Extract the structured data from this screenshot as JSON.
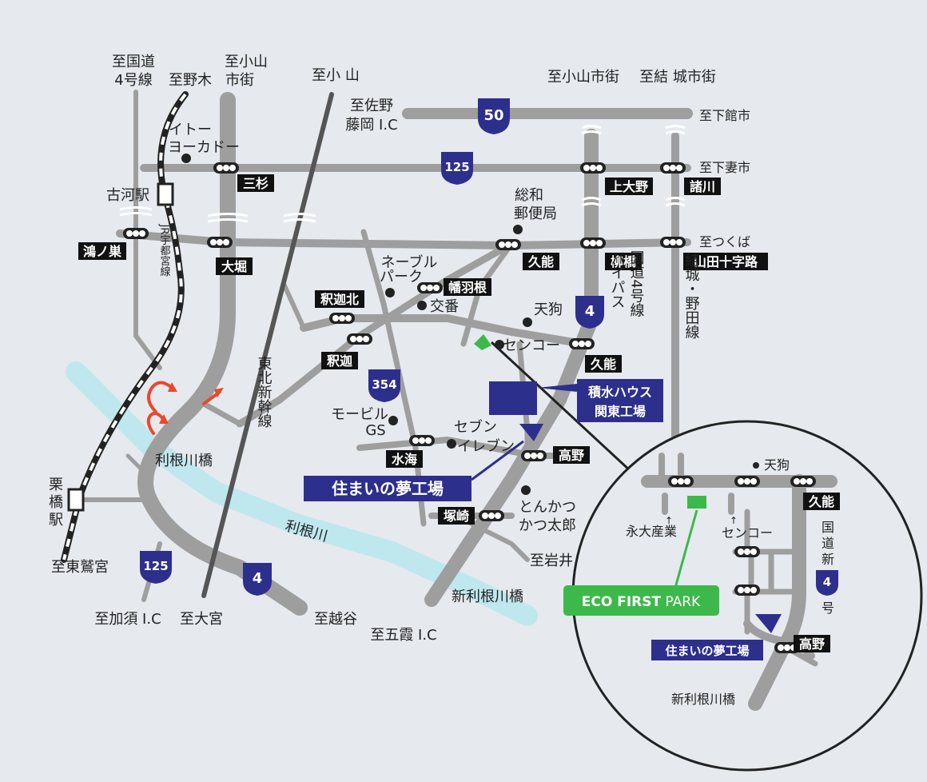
{
  "dest": {
    "top_left_1": "至国道",
    "top_left_2": "4号線",
    "nogi": "至野木",
    "oyama_city_1": "至小山",
    "oyama_city_2": "市街",
    "oyama": "至小 山",
    "sano_1": "至佐野",
    "sano_2": "藤岡 I.C",
    "oyama_city_east": "至小山市街",
    "yuki": "至結 城市街",
    "shimodate": "至下館市",
    "shimotsuma": "至下妻市",
    "tsukuba": "至つくば",
    "higashi_washinomiya": "至東鷲宮",
    "kazo": "至加須 I.C",
    "omiya": "至大宮",
    "koshigaya": "至越谷",
    "goka": "至五霞 I.C",
    "iwai": "至岩井"
  },
  "landmarks": {
    "itoyokado_1": "イトー",
    "itoyokado_2": "ヨーカドー",
    "soukaku_1": "総和",
    "soukaku_2": "郵便局",
    "nepuru_1": "ネーブル",
    "nepuru_2": "パーク",
    "koban": "交番",
    "tengu": "天狗",
    "senko": "センコー",
    "mobil_1": "モービル",
    "mobil_2": "GS",
    "seven_1": "セブン",
    "seven_2": "イレブン",
    "tonkatsu_1": "とんかつ",
    "tonkatsu_2": "かつ太郎",
    "sekisui_1": "積水ハウス",
    "sekisui_2": "関東工場",
    "sumai": "住まいの夢工場"
  },
  "stations": {
    "koga": "古河駅",
    "kurihashi_1": "栗",
    "kurihashi_2": "橋",
    "kurihashi_3": "駅",
    "jr_line": "JR宇都宮線",
    "shinkansen": "東北新幹線",
    "bypass": "バイパス",
    "kokudo4": "国道4号線",
    "yuki_noda": "結城・野田線"
  },
  "intersections": {
    "misugi": "三杉",
    "kamiono": "上大野",
    "morokawa": "諸川",
    "konosu": "鴻ノ巣",
    "ohori": "大堀",
    "kuno": "久能",
    "yanagihashi": "柳橋",
    "yamada": "山田十字路",
    "ekimae_kita": "釈迦北",
    "hataba": "幡羽根",
    "ekimae": "釈迦",
    "kuno2": "久能",
    "mizumichi": "水海",
    "takano": "高野",
    "tsukazaki": "塚崎"
  },
  "rivers": {
    "tonegawa_bridge": "利根川橋",
    "tonegawa": "利根川",
    "shin_tonegawa_bridge": "新利根川橋"
  },
  "routes": {
    "r50": "50",
    "r125": "125",
    "r125b": "125",
    "r4": "4",
    "r4b": "4",
    "r354": "354"
  },
  "inset": {
    "tengu": "天狗",
    "kuno": "久能",
    "eidai": "永大産業",
    "senko": "センコー",
    "kokudo_1": "国",
    "kokudo_2": "道",
    "kokudo_3": "新",
    "kokudo_4": "号",
    "r4": "4",
    "eco_first": "ECO FIRST",
    "eco_park": " PARK",
    "sumai": "住まいの夢工場",
    "takano": "高野",
    "bridge": "新利根川橋"
  },
  "colors": {
    "background": "#e6e9ee",
    "road": "#9e9e9e",
    "river": "#bfe7ee",
    "navy": "#2d2f8c",
    "green": "#3cb94a",
    "arrow": "#e8482d"
  }
}
